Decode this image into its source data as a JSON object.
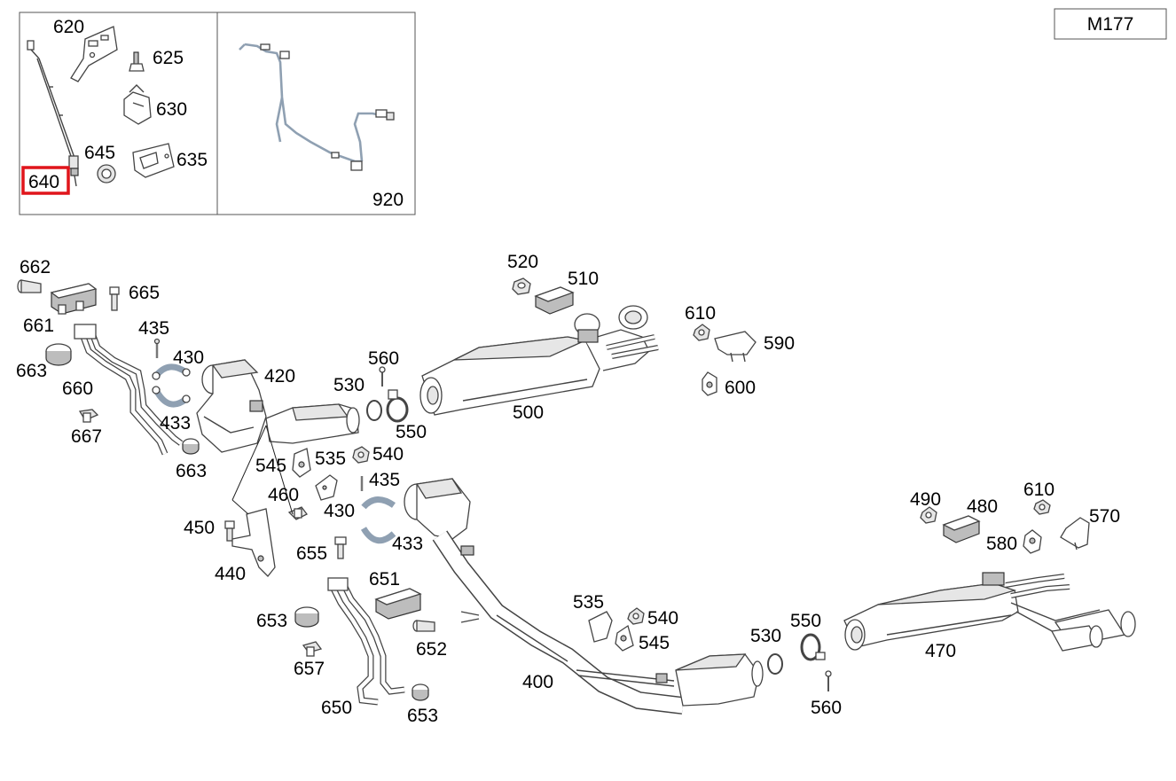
{
  "model_box": {
    "text": "M177"
  },
  "highlight_color": "#e0151b",
  "inset_labels": {
    "p620": "620",
    "p625": "625",
    "p630": "630",
    "p635": "635",
    "p645": "645",
    "p640": "640",
    "p920": "920"
  },
  "labels": {
    "p662": "662",
    "p665": "665",
    "p661": "661",
    "p663a": "663",
    "p660": "660",
    "p667": "667",
    "p663b": "663",
    "p435a": "435",
    "p430a": "430",
    "p433a": "433",
    "p420": "420",
    "p560a": "560",
    "p530a": "530",
    "p550a": "550",
    "p500": "500",
    "p520": "520",
    "p510": "510",
    "p610a": "610",
    "p590": "590",
    "p600": "600",
    "p545a": "545",
    "p535a": "535",
    "p540a": "540",
    "p435b": "435",
    "p460": "460",
    "p430b": "430",
    "p433b": "433",
    "p450": "450",
    "p655": "655",
    "p440": "440",
    "p651": "651",
    "p653a": "653",
    "p652": "652",
    "p657": "657",
    "p650": "650",
    "p653b": "653",
    "p535b": "535",
    "p540b": "540",
    "p545b": "545",
    "p400": "400",
    "p530b": "530",
    "p550b": "550",
    "p560b": "560",
    "p470": "470",
    "p490": "490",
    "p480": "480",
    "p610b": "610",
    "p570": "570",
    "p580": "580"
  }
}
